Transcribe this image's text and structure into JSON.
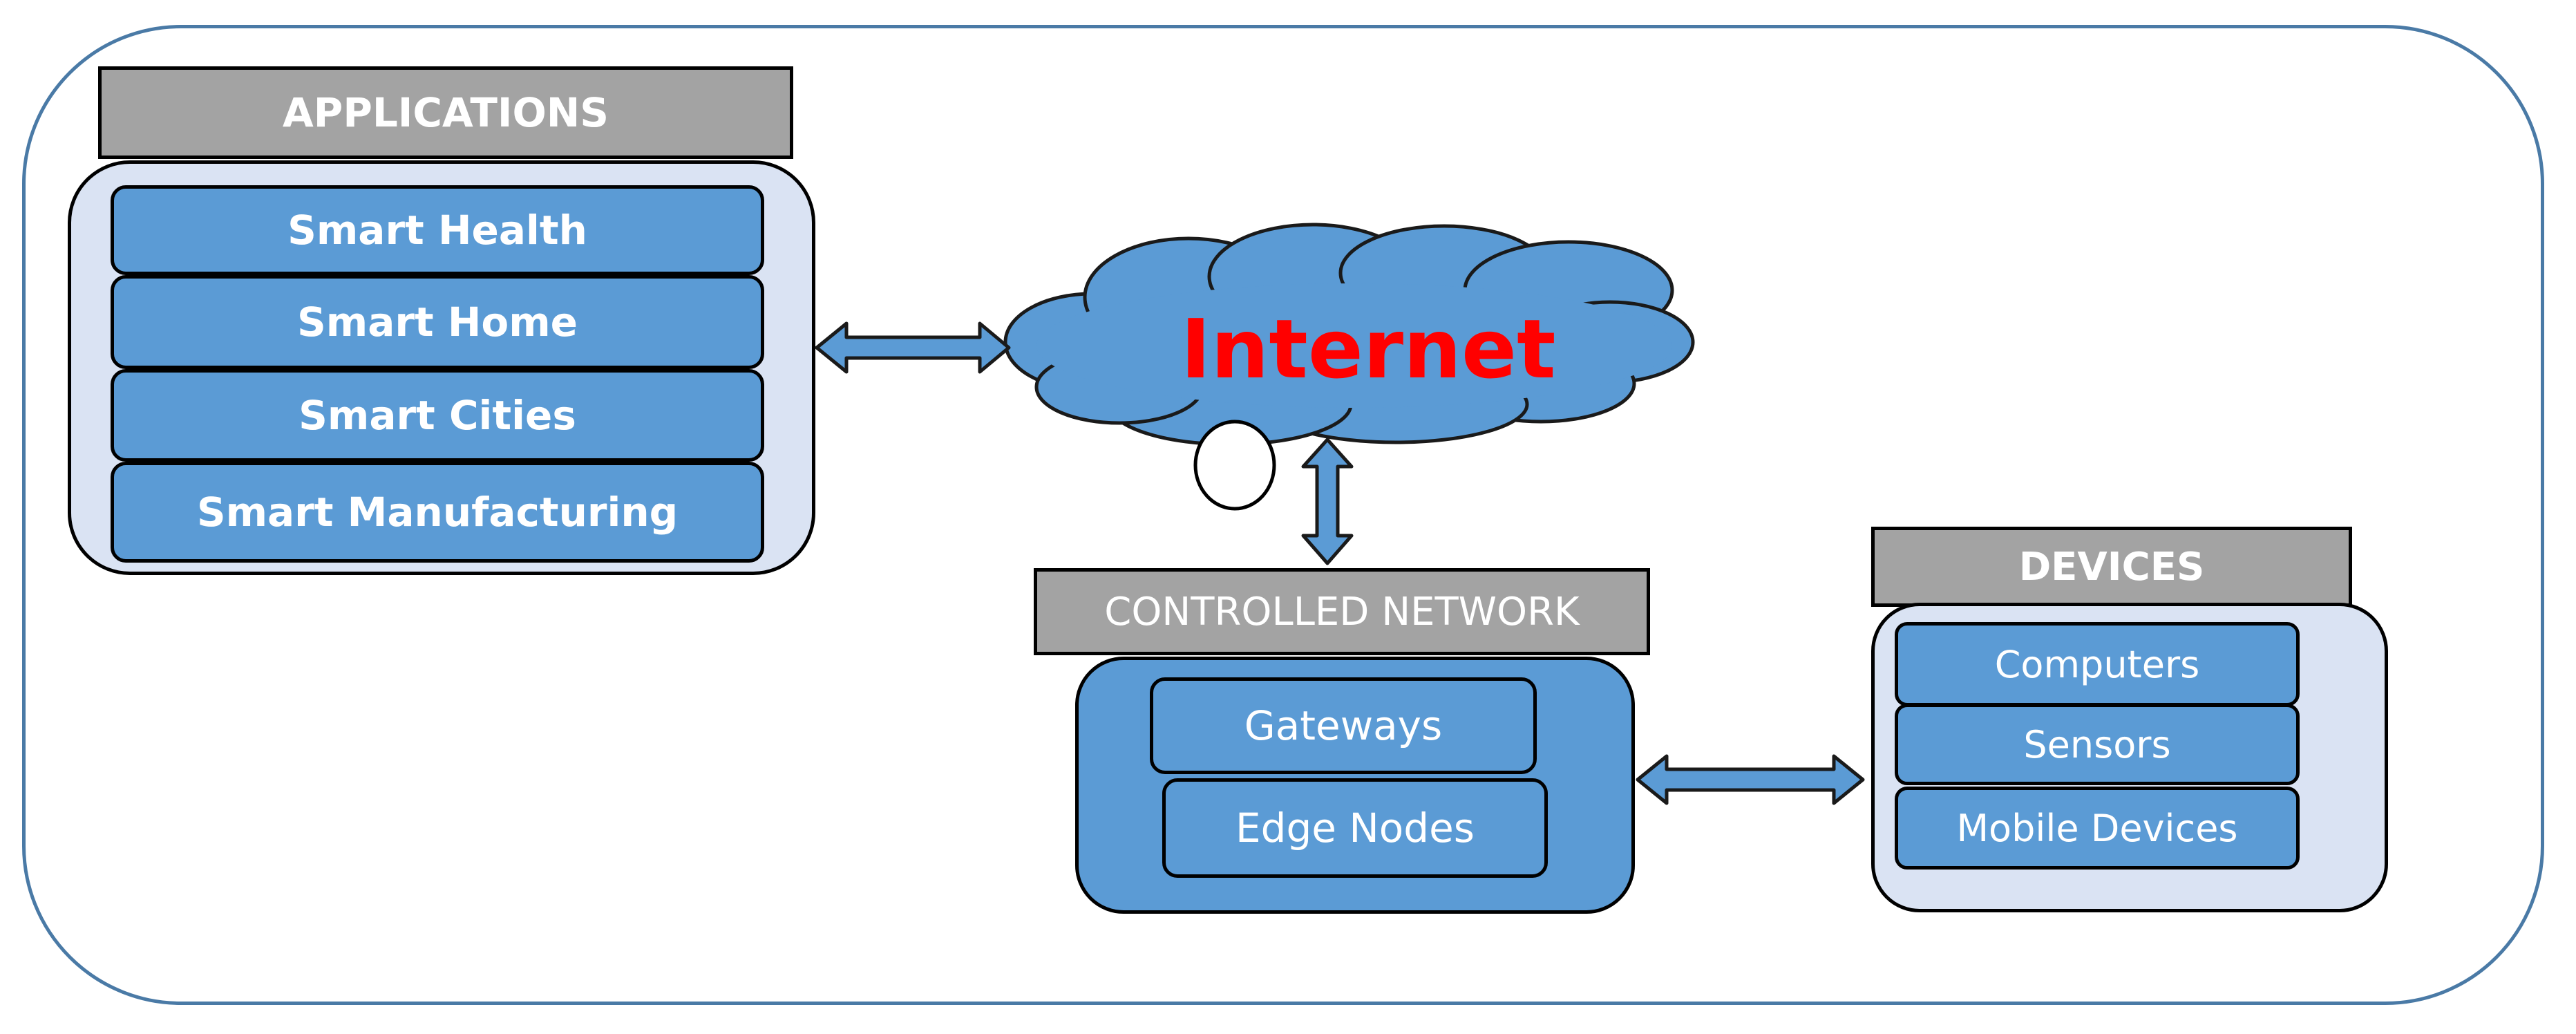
{
  "applications": {
    "header": "APPLICATIONS",
    "items": [
      "Smart Health",
      "Smart Home",
      "Smart Cities",
      "Smart Manufacturing"
    ]
  },
  "internet": {
    "label": "Internet"
  },
  "controlled_network": {
    "header": "CONTROLLED NETWORK",
    "items": [
      "Gateways",
      "Edge Nodes"
    ]
  },
  "devices": {
    "header": "DEVICES",
    "items": [
      "Computers",
      "Sensors",
      "Mobile Devices"
    ]
  },
  "colors": {
    "frame": "#4a7aa6",
    "box_blue": "#5b9bd5",
    "panel_light": "#dae3f3",
    "header_gray": "#a3a3a3",
    "internet_text": "#ff0000"
  }
}
